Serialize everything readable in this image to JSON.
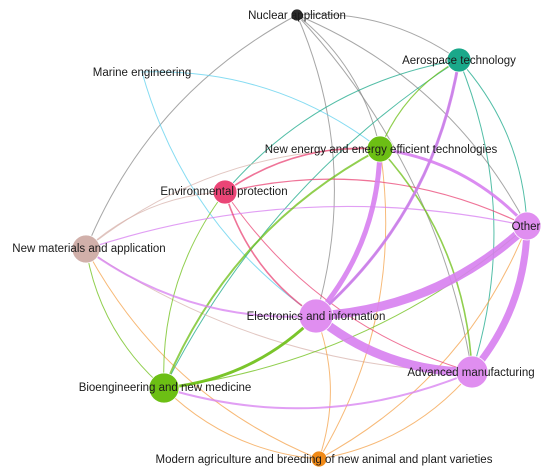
{
  "nodes": [
    {
      "id": "nuclear",
      "label": "Nuclear application",
      "color": "#2b2b2b"
    },
    {
      "id": "aero",
      "label": "Aerospace technology",
      "color": "#1aa88a"
    },
    {
      "id": "marine",
      "label": "Marine engineering",
      "color": "#9fdff3"
    },
    {
      "id": "energy",
      "label": "New energy and energy efficient technologies",
      "color": "#6cbf14"
    },
    {
      "id": "env",
      "label": "Environmental protection",
      "color": "#ea4576"
    },
    {
      "id": "other",
      "label": "Other",
      "color": "#e08ef0"
    },
    {
      "id": "materials",
      "label": "New materials and application",
      "color": "#d1b0aa"
    },
    {
      "id": "elec",
      "label": "Electronics and information",
      "color": "#e08ef0"
    },
    {
      "id": "adv",
      "label": "Advanced manufacturing",
      "color": "#e08ef0"
    },
    {
      "id": "bio",
      "label": "Bioengineering and new medicine",
      "color": "#6cbf14"
    },
    {
      "id": "agri",
      "label": "Modern agriculture and breeding of new animal and plant varieties",
      "color": "#f08a18"
    }
  ],
  "colors": {
    "purple": "#d77ff0",
    "green": "#6cbf14",
    "teal": "#1aa88a",
    "red": "#ea4576",
    "grey": "#8a8a8a",
    "tan": "#d8b4ae",
    "orange": "#f4a24a",
    "cyan": "#5fd0ee"
  },
  "edges": [
    {
      "s": "elec",
      "t": "other",
      "w": 9,
      "c": "purple"
    },
    {
      "s": "elec",
      "t": "adv",
      "w": 9,
      "c": "purple"
    },
    {
      "s": "adv",
      "t": "other",
      "w": 7,
      "c": "purple"
    },
    {
      "s": "elec",
      "t": "energy",
      "w": 5,
      "c": "purple"
    },
    {
      "s": "energy",
      "t": "other",
      "w": 3,
      "c": "purple"
    },
    {
      "s": "elec",
      "t": "aero",
      "w": 3,
      "c": "purple"
    },
    {
      "s": "bio",
      "t": "elec",
      "w": 3,
      "c": "green"
    },
    {
      "s": "bio",
      "t": "energy",
      "w": 2,
      "c": "green"
    },
    {
      "s": "materials",
      "t": "elec",
      "w": 2,
      "c": "purple"
    },
    {
      "s": "elec",
      "t": "aero",
      "w": 2,
      "c": "teal"
    },
    {
      "s": "energy",
      "t": "adv",
      "w": 1.6,
      "c": "green"
    },
    {
      "s": "env",
      "t": "elec",
      "w": 1.6,
      "c": "red"
    },
    {
      "s": "env",
      "t": "energy",
      "w": 1.6,
      "c": "red"
    },
    {
      "s": "bio",
      "t": "adv",
      "w": 2,
      "c": "purple"
    },
    {
      "s": "env",
      "t": "other",
      "w": 1.2,
      "c": "red"
    },
    {
      "s": "materials",
      "t": "other",
      "w": 1.2,
      "c": "purple"
    },
    {
      "s": "nuclear",
      "t": "elec",
      "w": 1,
      "c": "grey"
    },
    {
      "s": "nuclear",
      "t": "materials",
      "w": 1,
      "c": "grey"
    },
    {
      "s": "nuclear",
      "t": "other",
      "w": 1,
      "c": "grey"
    },
    {
      "s": "nuclear",
      "t": "adv",
      "w": 1,
      "c": "grey"
    },
    {
      "s": "nuclear",
      "t": "energy",
      "w": 1,
      "c": "grey"
    },
    {
      "s": "nuclear",
      "t": "aero",
      "w": 1,
      "c": "grey"
    },
    {
      "s": "marine",
      "t": "energy",
      "w": 1,
      "c": "cyan"
    },
    {
      "s": "marine",
      "t": "elec",
      "w": 1,
      "c": "cyan"
    },
    {
      "s": "aero",
      "t": "other",
      "w": 1,
      "c": "teal"
    },
    {
      "s": "aero",
      "t": "adv",
      "w": 1,
      "c": "teal"
    },
    {
      "s": "aero",
      "t": "bio",
      "w": 1,
      "c": "teal"
    },
    {
      "s": "aero",
      "t": "env",
      "w": 1,
      "c": "teal"
    },
    {
      "s": "materials",
      "t": "energy",
      "w": 1,
      "c": "tan"
    },
    {
      "s": "materials",
      "t": "adv",
      "w": 1,
      "c": "tan"
    },
    {
      "s": "materials",
      "t": "bio",
      "w": 1,
      "c": "green"
    },
    {
      "s": "materials",
      "t": "env",
      "w": 1,
      "c": "tan"
    },
    {
      "s": "materials",
      "t": "agri",
      "w": 1,
      "c": "orange"
    },
    {
      "s": "agri",
      "t": "elec",
      "w": 1,
      "c": "orange"
    },
    {
      "s": "agri",
      "t": "energy",
      "w": 1,
      "c": "orange"
    },
    {
      "s": "agri",
      "t": "adv",
      "w": 1,
      "c": "orange"
    },
    {
      "s": "agri",
      "t": "bio",
      "w": 1,
      "c": "orange"
    },
    {
      "s": "agri",
      "t": "other",
      "w": 1,
      "c": "orange"
    },
    {
      "s": "bio",
      "t": "other",
      "w": 1,
      "c": "green"
    },
    {
      "s": "bio",
      "t": "env",
      "w": 1,
      "c": "green"
    },
    {
      "s": "env",
      "t": "adv",
      "w": 1,
      "c": "red"
    },
    {
      "s": "energy",
      "t": "aero",
      "w": 1.2,
      "c": "green"
    }
  ]
}
